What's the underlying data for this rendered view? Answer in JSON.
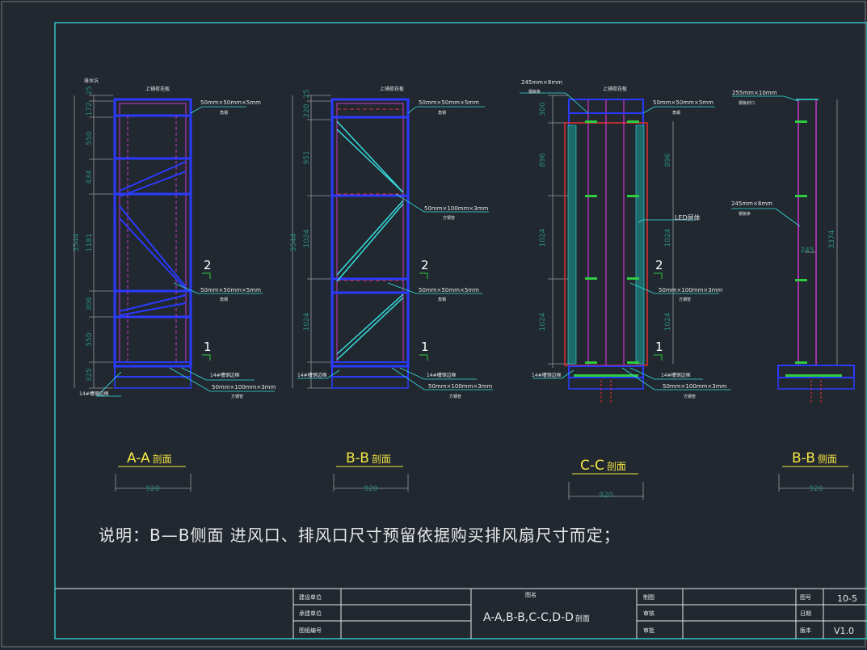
{
  "sections": [
    {
      "key": "aa",
      "title": "A-A",
      "title_suffix": "剖面",
      "width_dim": "920",
      "top_label": "上铺荷花板",
      "top_left_label": "排水坑",
      "dims": [
        "25",
        "172",
        "550",
        "434",
        "1181",
        "306",
        "550",
        "325"
      ],
      "total_dim": "3544",
      "callouts": [
        {
          "line1": "50mm×50mm×5mm",
          "line2": "角钢"
        },
        {
          "line1": "50mm×50mm×5mm",
          "line2": "角钢"
        },
        {
          "line1": "14#槽钢边框",
          "line2": ""
        },
        {
          "line1": "50mm×100mm×3mm",
          "line2": "方钢管"
        },
        {
          "line1": "14#槽钢边框",
          "line2": ""
        }
      ],
      "markers": [
        "2",
        "1"
      ]
    },
    {
      "key": "bb",
      "title": "B-B",
      "title_suffix": "剖面",
      "width_dim": "920",
      "top_label": "上铺荷花板",
      "dims": [
        "25",
        "220",
        "951",
        "1024",
        "1024"
      ],
      "total_dim": "3544",
      "callouts": [
        {
          "line1": "50mm×50mm×5mm",
          "line2": "角钢"
        },
        {
          "line1": "50mm×100mm×3mm",
          "line2": "方钢管"
        },
        {
          "line1": "50mm×50mm×5mm",
          "line2": "角钢"
        },
        {
          "line1": "14#槽钢边框",
          "line2": ""
        },
        {
          "line1": "50mm×100mm×3mm",
          "line2": "方钢管"
        },
        {
          "line1": "14#槽钢边框",
          "line2": ""
        }
      ],
      "markers": [
        "2",
        "1"
      ]
    },
    {
      "key": "cc",
      "title": "C-C",
      "title_suffix": "剖面",
      "width_dim": "920",
      "top_label": "上铺荷花板",
      "top_left_label": "245mm×8mm",
      "top_left_sub": "钢板条",
      "dims_left": [
        "300",
        "896",
        "1024",
        "1024"
      ],
      "dims_right": [
        "896",
        "1024",
        "1024"
      ],
      "callouts": [
        {
          "line1": "50mm×50mm×5mm",
          "line2": "角钢"
        },
        {
          "line1": "LED屏体",
          "line2": ""
        },
        {
          "line1": "50mm×100mm×3mm",
          "line2": "方钢管"
        },
        {
          "line1": "14#槽钢边框",
          "line2": ""
        },
        {
          "line1": "50mm×100mm×3mm",
          "line2": "方钢管"
        },
        {
          "line1": "14#槽钢边框",
          "line2": ""
        }
      ],
      "markers": [
        "2",
        "1"
      ]
    },
    {
      "key": "bb2",
      "title": "B-B",
      "title_suffix": "侧面",
      "width_dim": "920",
      "callouts": [
        {
          "line1": "255mm×10mm",
          "line2": "钢板封口"
        },
        {
          "line1": "245mm×8mm",
          "line2": "钢板条"
        }
      ],
      "inner_dim": "245",
      "total_dim": "3374"
    }
  ],
  "note": "说明：B—B侧面   进风口、排风口尺寸预留依据购买排风扇尺寸而定；",
  "title_block": {
    "build_unit_label": "建设单位",
    "contractor_label": "承建单位",
    "drawing_no_label": "图纸编号",
    "drawing_name_label": "图名",
    "drawing_name": "A-A,B-B,C-C,D-D",
    "drawing_name_suffix": "剖面",
    "draw_label": "制图",
    "check_label": "审核",
    "approve_label": "审批",
    "sheet_label": "图号",
    "sheet_value": "10-5",
    "date_label": "日期",
    "version_label": "版本",
    "version_value": "V1.0"
  },
  "colors": {
    "background": "#212830",
    "frame_border": "#34c0c0",
    "steel_blue": "#2a3aff",
    "purple": "#cc33cc",
    "cyan": "#36e0e0",
    "red": "#e23030",
    "green": "#2ecc40",
    "yellow": "#f5e642",
    "white": "#e8e8e8",
    "dim_gray": "#9a9a9a"
  }
}
